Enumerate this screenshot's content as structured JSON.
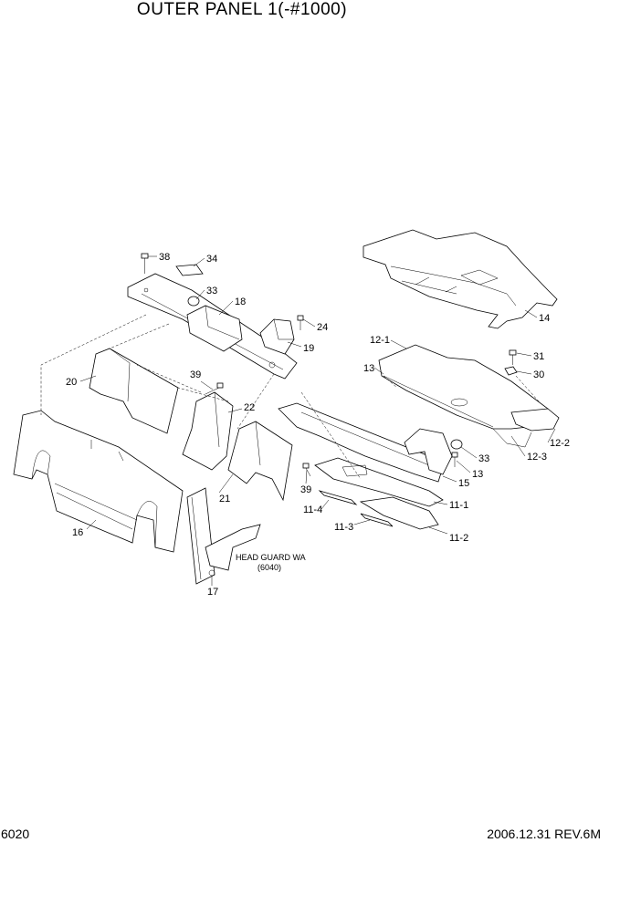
{
  "header": {
    "title": "OUTER PANEL 1(-#1000)"
  },
  "footer": {
    "page_number": "6020",
    "revision": "2006.12.31 REV.6M"
  },
  "callouts": {
    "c38": "38",
    "c34": "34",
    "c33a": "33",
    "c18": "18",
    "c24": "24",
    "c19": "19",
    "c14": "14",
    "c12_1": "12-1",
    "c31": "31",
    "c13a": "13",
    "c30": "30",
    "c20": "20",
    "c39a": "39",
    "c22": "22",
    "c33b": "33",
    "c13b": "13",
    "c12_2": "12-2",
    "c12_3": "12-3",
    "c15": "15",
    "c39b": "39",
    "c21": "21",
    "c11_1": "11-1",
    "c11_4": "11-4",
    "c11_3": "11-3",
    "c11_2": "11-2",
    "c16": "16",
    "c17": "17"
  },
  "notes": {
    "head_guard_line1": "HEAD GUARD WA",
    "head_guard_line2": "(6040)"
  }
}
